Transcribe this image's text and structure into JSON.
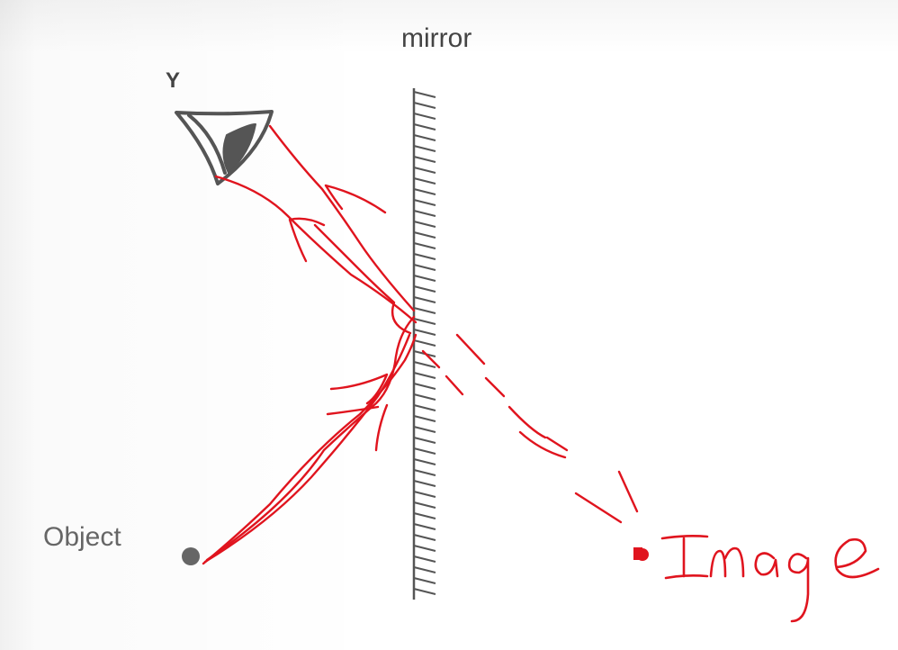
{
  "labels": {
    "mirror": "mirror",
    "observer": "Y",
    "object": "Object",
    "image": "Image"
  },
  "colors": {
    "print_ink": "#555555",
    "annotation_red": "#e0141e",
    "background": "#ffffff"
  },
  "icons": {
    "observer": "eye-icon",
    "object": "dot-icon",
    "image": "dot-icon"
  }
}
